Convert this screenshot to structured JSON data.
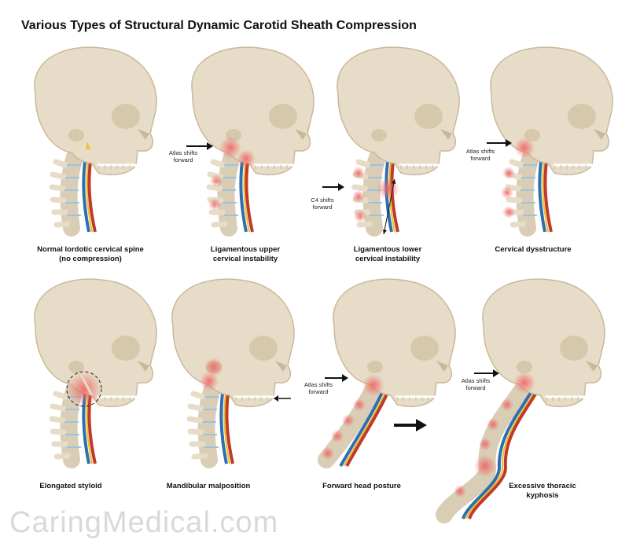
{
  "title": "Various Types of Structural Dynamic Carotid Sheath Compression",
  "colors": {
    "bone": "#e7dcc7",
    "bone_shadow": "#c9b99b",
    "artery_red": "#c0392b",
    "vein_blue": "#2f6fb0",
    "nerve_yellow": "#e8c22a",
    "inflammation": "#f28a8a"
  },
  "panels": [
    {
      "id": "normal",
      "caption_lines": [
        "Normal lordotic cervical spine",
        "(no compression)"
      ],
      "annotations": []
    },
    {
      "id": "upper",
      "caption_lines": [
        "Ligamentous upper",
        "cervical instability"
      ],
      "annotations": [
        {
          "lines": [
            "Atlas shifts",
            "forward"
          ]
        }
      ]
    },
    {
      "id": "lower",
      "caption_lines": [
        "Ligamentous lower",
        "cervical instability"
      ],
      "annotations": [
        {
          "lines": [
            "C4 shifts",
            "forward"
          ]
        }
      ]
    },
    {
      "id": "dysstructure",
      "caption_lines": [
        "Cervical dysstructure"
      ],
      "annotations": [
        {
          "lines": [
            "Atlas shifts",
            "forward"
          ]
        }
      ]
    },
    {
      "id": "styloid",
      "caption_lines": [
        "Elongated styloid"
      ],
      "annotations": []
    },
    {
      "id": "mandibular",
      "caption_lines": [
        "Mandibular malposition"
      ],
      "annotations": []
    },
    {
      "id": "forward",
      "caption_lines": [
        "Forward head posture"
      ],
      "annotations": [
        {
          "lines": [
            "Atlas shifts",
            "forward"
          ]
        }
      ]
    },
    {
      "id": "kyphosis",
      "caption_lines": [
        "Excessive thoracic",
        "kyphosis"
      ],
      "annotations": [
        {
          "lines": [
            "Atlas shifts",
            "forward"
          ]
        }
      ]
    }
  ],
  "watermark": "CaringMedical.com"
}
